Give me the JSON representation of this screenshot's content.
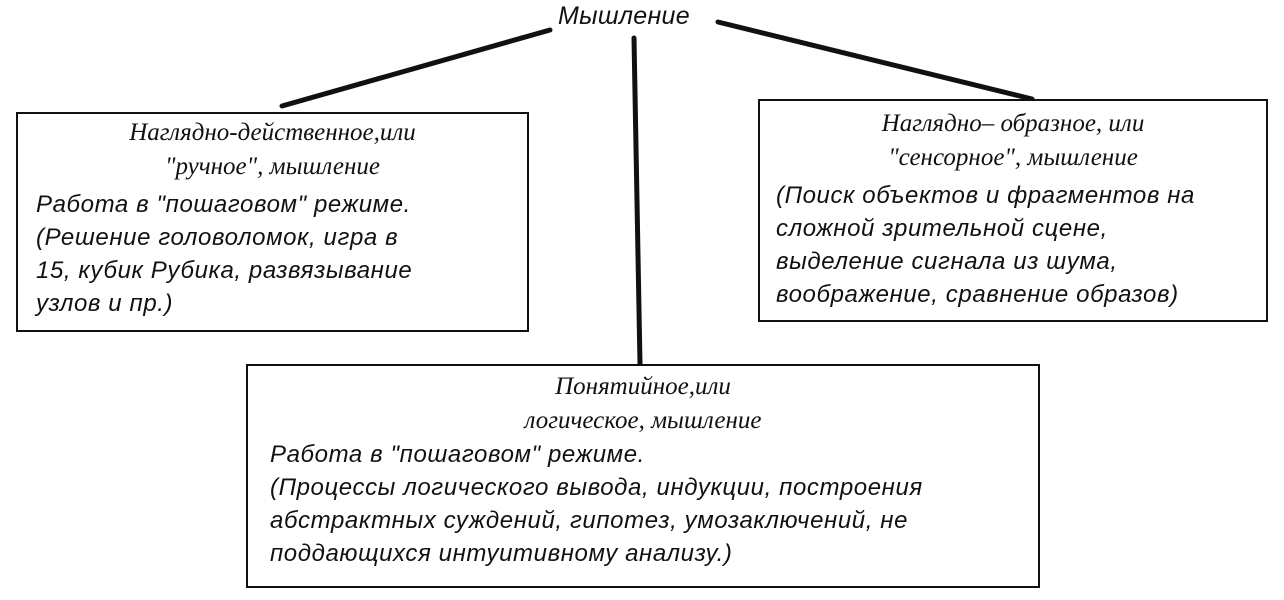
{
  "root": {
    "label": "Мышление"
  },
  "left_box": {
    "title": [
      "Наглядно-действенное,или",
      "\"ручное\", мышление"
    ],
    "body": [
      "Работа в \"пошаговом\" режиме.",
      "(Решение головоломок, игра в",
      "15, кубик Рубика, развязывание",
      "узлов и пр.)"
    ]
  },
  "right_box": {
    "title": [
      "Наглядно– образное, или",
      "\"сенсорное\", мышление"
    ],
    "body": [
      "(Поиск объектов и фрагментов на",
      "сложной зрительной сцене,",
      "выделение сигнала из шума,",
      "воображение, сравнение образов)"
    ]
  },
  "bottom_box": {
    "title": [
      "Понятийное,или",
      "логическое, мышление"
    ],
    "body": [
      "Работа в \"пошаговом\" режиме.",
      "(Процессы логического вывода, индукции, построения",
      "абстрактных суждений, гипотез, умозаключений, не",
      "поддающихся интуитивному анализу.)"
    ]
  }
}
